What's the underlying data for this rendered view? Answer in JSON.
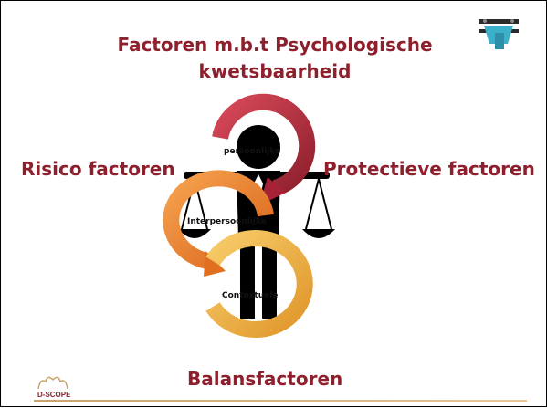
{
  "title_line1": "Factoren m.b.t Psychologische",
  "title_line2": "kwetsbaarheid",
  "left_label": "Risico factoren",
  "right_label": "Protectieve  factoren",
  "bottom_label": "Balansfactoren",
  "cycle_labels": {
    "intra_partial": "persoonlijke",
    "inter_partial": "Interpersoonlijke",
    "context_partial": "Contextuele"
  },
  "logo_text": "D-SCOPE",
  "colors": {
    "title": "#8e1f2c",
    "arrow_red": "#b0263a",
    "arrow_orange": "#e87b25",
    "arrow_yellow": "#f0ad3a",
    "figure": "#000000"
  },
  "icons": [
    "scale-figure-icon",
    "cycle-arrows-icon",
    "d-scope-logo-icon",
    "corner-logo-icon"
  ]
}
